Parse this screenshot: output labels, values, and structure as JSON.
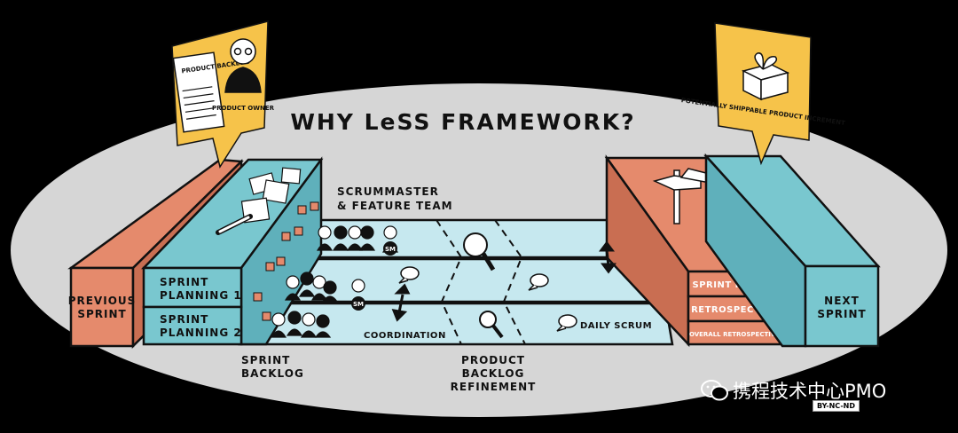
{
  "title": "WHY LeSS FRAMEWORK?",
  "product_owner": {
    "backlog_label": "PRODUCT BACKLOG",
    "role_label": "PRODUCT OWNER"
  },
  "increment": {
    "label": "POTENTIALLY SHIPPABLE PRODUCT INCREMENT"
  },
  "team": {
    "label_line1": "SCRUMMASTER",
    "label_line2": "& FEATURE TEAM",
    "sm_badge": "SM"
  },
  "blocks": {
    "previous_sprint": [
      "PREVIOUS",
      "SPRINT"
    ],
    "sprint_planning_1": [
      "SPRINT",
      "PLANNING 1"
    ],
    "sprint_planning_2": [
      "SPRINT",
      "PLANNING 2"
    ],
    "sprint_review": "SPRINT REVIEW",
    "retrospective": "RETROSPECTIVE",
    "overall_retrospective": "OVERALL RETROSPECTIVE",
    "next_sprint": [
      "NEXT",
      "SPRINT"
    ]
  },
  "labels": {
    "sprint_backlog": [
      "SPRINT",
      "BACKLOG"
    ],
    "coordination": "COORDINATION",
    "daily_scrum": "DAILY SCRUM",
    "pbr": [
      "PRODUCT",
      "BACKLOG",
      "REFINEMENT"
    ]
  },
  "watermark": {
    "text": "携程技术中心PMO",
    "license": "BY-NC-ND"
  },
  "colors": {
    "background": "#000000",
    "ellipse": "#d3d3d3",
    "salmon": "#e58a6c",
    "teal": "#79c7cf",
    "light_teal": "#c6e8ef",
    "yellow": "#f6c34a"
  }
}
